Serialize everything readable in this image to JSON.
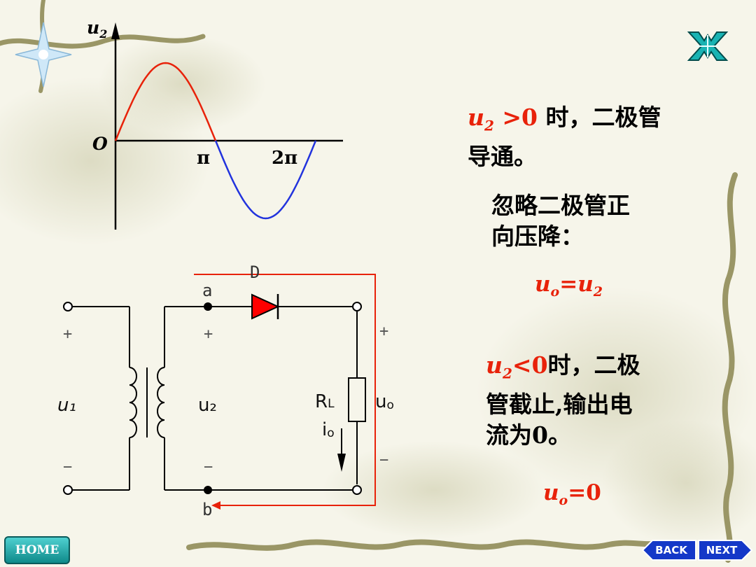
{
  "waveform": {
    "y_label_base": "u",
    "y_label_sub": "2",
    "origin_label": "O",
    "pi_label": "π",
    "two_pi_label": "2π",
    "positive_color": "#e8220a",
    "negative_color": "#2233dd"
  },
  "circuit": {
    "diode_label": "D",
    "node_a": "a",
    "node_b": "b",
    "u1_label": "u₁",
    "u2_label": "u₂",
    "rl_label": "R",
    "rl_sub": "L",
    "uo_label": "u",
    "uo_sub": "o",
    "io_label": "i",
    "io_sub": "o",
    "plus": "+",
    "minus": "−",
    "diode_color": "#ff0000",
    "path_color": "#e8220a"
  },
  "text": {
    "cond1": {
      "var": "u",
      "sub": "2",
      "op": " >0",
      "rest": " 时，二极管",
      "line2": "导通。"
    },
    "note": {
      "line1": "忽略二极管正",
      "line2": "向压降："
    },
    "eq1": {
      "lhs": "u",
      "lhs_sub": "o",
      "eq": "=",
      "rhs": "u",
      "rhs_sub": "2"
    },
    "cond2": {
      "var": "u",
      "sub": "2",
      "op": "<0",
      "rest": "时，二极",
      "line2": "管截止,输出电",
      "line3_pre": "流为",
      "line3_num": "0",
      "line3_post": "。"
    },
    "eq2": {
      "lhs": "u",
      "lhs_sub": "o",
      "eq": "=0"
    }
  },
  "nav": {
    "home": "HOME",
    "back": "BACK",
    "next": "NEXT"
  },
  "colors": {
    "accent_red": "#e8220a",
    "nav_teal": "#1aa6a6",
    "nav_blue": "#1438c8"
  }
}
